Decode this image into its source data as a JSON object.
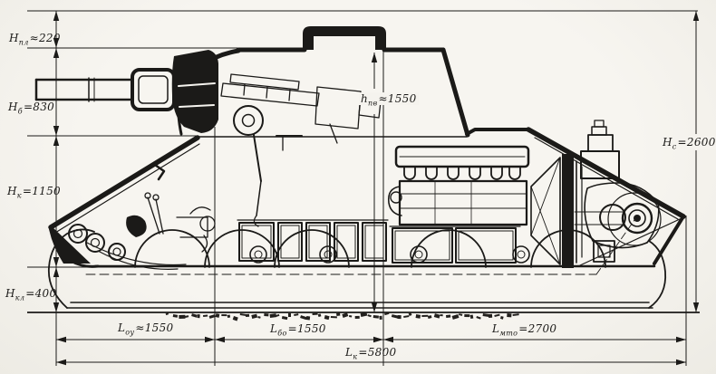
{
  "figure": {
    "description": "Scanned ink schematic: longitudinal cutaway side view of a tank with gun, turret, cupola, engine compartment, transmission, road wheels and overall dimension chains",
    "paper_color": "#f5f3ee",
    "ink_color": "#1b1a18"
  },
  "labels": {
    "h_top": {
      "sym": "Н",
      "sub": "пл",
      "val": "≈220"
    },
    "h_turret": {
      "sym": "Н",
      "sub": "б",
      "val": "=830"
    },
    "h_hull": {
      "sym": "Н",
      "sub": "к",
      "val": "=1150"
    },
    "h_clearance": {
      "sym": "Н",
      "sub": "кл",
      "val": "=400"
    },
    "h_overall": {
      "sym": "Н",
      "sub": "с",
      "val": "=2600"
    },
    "h_fireline": {
      "sym": "h",
      "sub": "пв",
      "val": "≈1550"
    },
    "l_driver": {
      "sym": "L",
      "sub": "оу",
      "val": "≈1550"
    },
    "l_fighting": {
      "sym": "L",
      "sub": "бо",
      "val": "=1550"
    },
    "l_engine": {
      "sym": "L",
      "sub": "мто",
      "val": "=2700"
    },
    "l_hull": {
      "sym": "L",
      "sub": "к",
      "val": "=5800"
    }
  }
}
